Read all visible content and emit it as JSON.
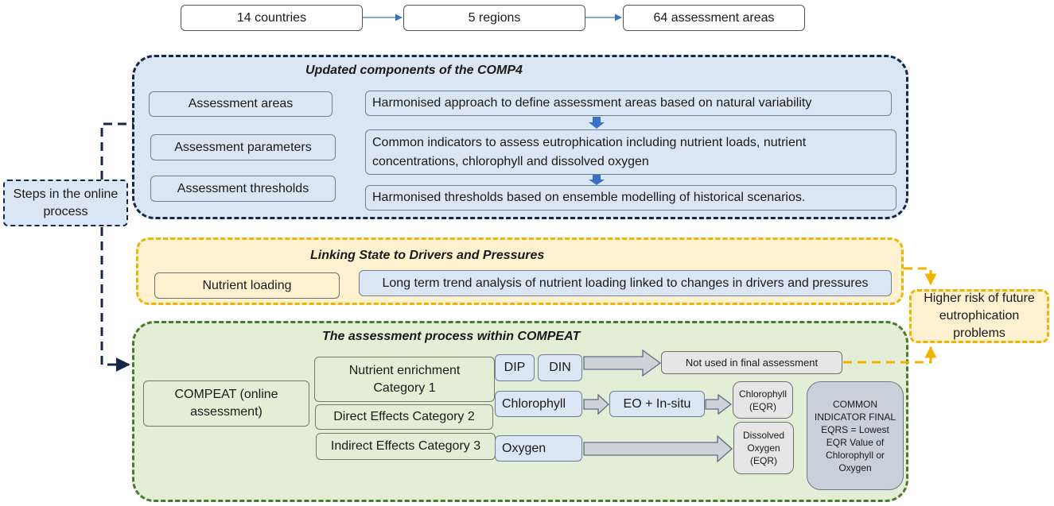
{
  "top_flow": {
    "countries": "14 countries",
    "regions": "5 regions",
    "areas": "64 assessment areas"
  },
  "updated_panel": {
    "title": "Updated components of the COMP4",
    "left_items": [
      "Assessment areas",
      "Assessment parameters",
      "Assessment thresholds"
    ],
    "right_items": [
      "Harmonised approach to define assessment areas based on natural variability",
      "Common indicators to assess eutrophication including nutrient loads, nutrient concentrations, chlorophyll and dissolved oxygen",
      "Harmonised thresholds based on ensemble modelling of historical scenarios."
    ]
  },
  "steps_label": "Steps in the online process",
  "linking_panel": {
    "title": "Linking State to Drivers and Pressures",
    "left_item": "Nutrient loading",
    "right_item": "Long term trend analysis of nutrient loading linked to changes in drivers and pressures"
  },
  "risk_box": "Higher risk of future eutrophication problems",
  "compeat_panel": {
    "title": "The assessment process within COMPEAT",
    "compeat_box": "COMPEAT (online assessment)",
    "categories": [
      "Nutrient enrichment Category 1",
      "Direct Effects Category  2",
      "Indirect Effects Category 3"
    ],
    "dip": "DIP",
    "din": "DIN",
    "chlorophyll": "Chlorophyll",
    "oxygen": "Oxygen",
    "eo_insitu": "EO + In-situ",
    "not_used": "Not used in final assessment",
    "chl_eqr": "Chlorophyll (EQR)",
    "do_eqr": "Dissolved Oxygen (EQR)",
    "final": "COMMON INDICATOR FINAL EQRS = Lowest EQR Value of Chlorophyll or Oxygen"
  },
  "colors": {
    "navy": "#14284b",
    "yellow": "#f0b400",
    "green": "#4a7a2c",
    "blue_arrow": "#3d6fc4"
  }
}
